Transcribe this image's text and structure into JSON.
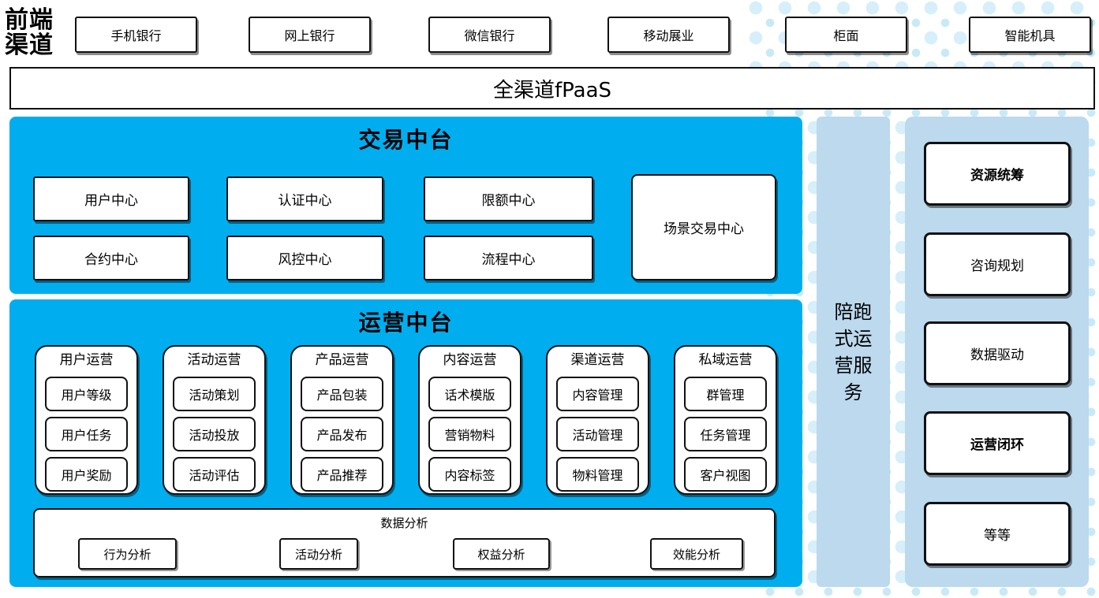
{
  "header": {
    "label": "前端渠道",
    "channels": [
      "手机银行",
      "网上银行",
      "微信银行",
      "移动展业",
      "柜面",
      "智能机具"
    ],
    "paas_bar": "全渠道fPaaS"
  },
  "transaction_platform": {
    "title": "交易中台",
    "centers_row1": [
      "用户中心",
      "认证中心",
      "限额中心"
    ],
    "centers_row2": [
      "合约中心",
      "风控中心",
      "流程中心"
    ],
    "scene_center": "场景交易中心"
  },
  "operation_platform": {
    "title": "运营中台",
    "columns": [
      {
        "header": "用户运营",
        "items": [
          "用户等级",
          "用户任务",
          "用户奖励"
        ]
      },
      {
        "header": "活动运营",
        "items": [
          "活动策划",
          "活动投放",
          "活动评估"
        ]
      },
      {
        "header": "产品运营",
        "items": [
          "产品包装",
          "产品发布",
          "产品推荐"
        ]
      },
      {
        "header": "内容运营",
        "items": [
          "话术模版",
          "营销物料",
          "内容标签"
        ]
      },
      {
        "header": "渠道运营",
        "items": [
          "内容管理",
          "活动管理",
          "物料管理"
        ]
      },
      {
        "header": "私域运营",
        "items": [
          "群管理",
          "任务管理",
          "客户视图"
        ]
      }
    ],
    "data_analysis": {
      "title": "数据分析",
      "items": [
        "行为分析",
        "活动分析",
        "权益分析",
        "效能分析"
      ]
    }
  },
  "side_bar": {
    "label": "陪跑式运营服务",
    "lines": [
      "陪跑",
      "式运",
      "营服",
      "务"
    ]
  },
  "right_panel": {
    "items": [
      {
        "label": "资源统筹",
        "bold": true
      },
      {
        "label": "咨询规划",
        "bold": false
      },
      {
        "label": "数据驱动",
        "bold": false
      },
      {
        "label": "运营闭环",
        "bold": true
      },
      {
        "label": "等等",
        "bold": false
      }
    ]
  },
  "colors": {
    "primary_blue": "#00AEEF",
    "light_blue": "#BCD9EE",
    "dot_color": "#D6EFFA",
    "box_border": "#111111"
  }
}
